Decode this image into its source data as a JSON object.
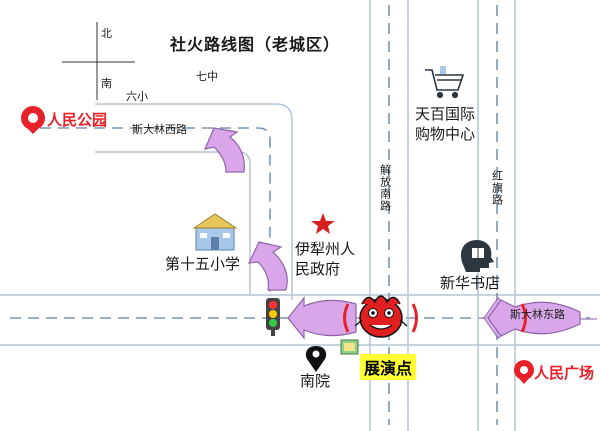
{
  "title": "社火路线图（老城区）",
  "compass": {
    "north": "北",
    "south": "南"
  },
  "roads": {
    "qizhong": "七中",
    "liuxiao": "六小",
    "sidalin_west": "斯大林西路",
    "jiefang_south": "解放南路",
    "hongqi": "红旗路",
    "sidalin_east": "斯大林东路"
  },
  "landmarks": {
    "people_park": "人民公园",
    "people_square": "人民广场",
    "tianbai": "天百国际购物中心",
    "school": "第十五小学",
    "government": "伊犁州人民政府",
    "bookstore": "新华书店",
    "nanyuan": "南院",
    "stage": "展演点"
  },
  "colors": {
    "road_line": "#b3c3d4",
    "dash": "#7a96ae",
    "arrow": "#d9a6ea",
    "arrow_edge": "#8e64a8",
    "brand_red": "#e8202a",
    "highlight": "#ffff33",
    "star": "#d61f1f"
  },
  "icons": {
    "compass": "compass-cross-icon",
    "people_park": "location-pin-icon",
    "people_square": "location-pin-icon",
    "tianbai": "shopping-cart-icon",
    "school": "school-building-icon",
    "government": "red-star-icon",
    "bookstore": "book-reader-icon",
    "nanyuan": "map-pin-icon",
    "traffic_light": "traffic-light-icon",
    "stage": "lion-head-icon",
    "small_sign": "small-sign-icon"
  }
}
